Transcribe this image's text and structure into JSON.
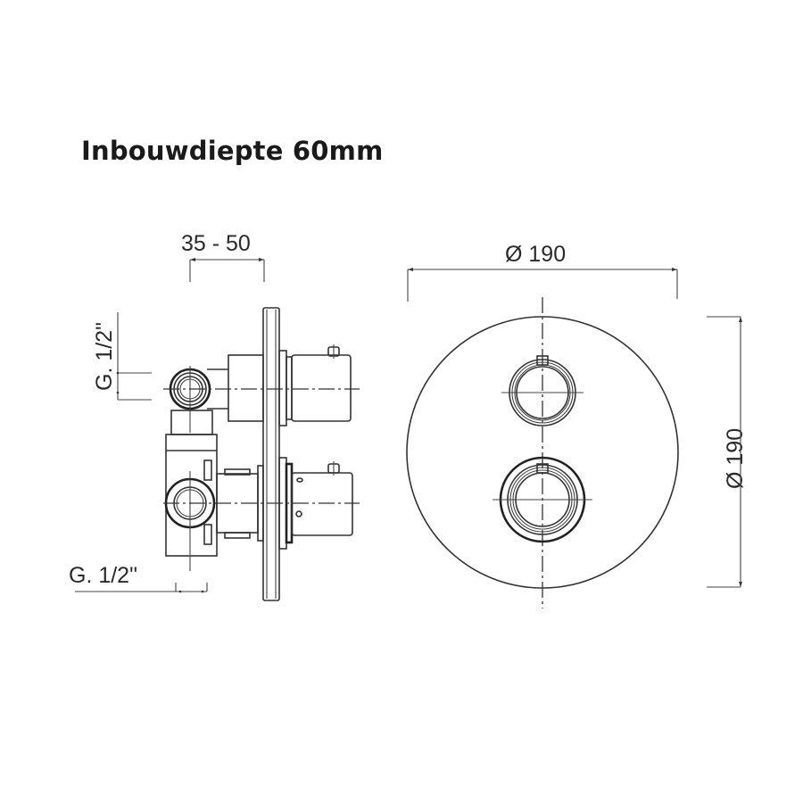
{
  "title": "Inbouwdiepte 60mm",
  "dimensions": {
    "wall_depth_range": "35 - 50",
    "inlet_upper": "G. 1/2\"",
    "inlet_lower": "G. 1/2\"",
    "plate_diameter_horizontal": "Ø 190",
    "plate_diameter_vertical": "Ø 190"
  },
  "views": {
    "side_view": "side-view",
    "front_view": "front-view"
  },
  "colors": {
    "line": "#333333",
    "text": "#2a2a2a",
    "background": "#ffffff"
  }
}
